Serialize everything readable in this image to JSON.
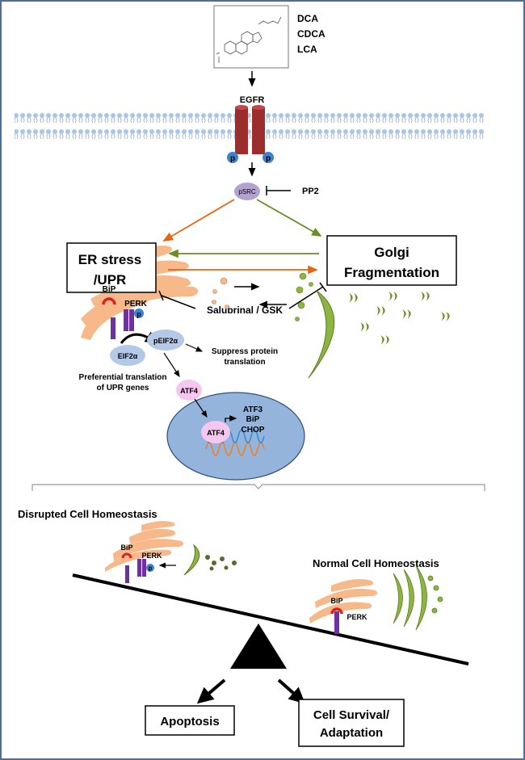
{
  "ligands": [
    "DCA",
    "CDCA",
    "LCA"
  ],
  "receptor": "EGFR",
  "phospho": "p",
  "kinase": "pSRC",
  "inhibitor_src": "PP2",
  "boxes": {
    "er_line1": "ER stress",
    "er_line2": "/UPR",
    "golgi_line1": "Golgi",
    "golgi_line2": "Fragmentation"
  },
  "inhibitors": "Salubrinal / GSK",
  "er_labels": {
    "bip": "BiP",
    "perk": "PERK",
    "eif2a": "EIF2α",
    "peif2a": "pEIF2α",
    "suppress_line1": "Suppress protein",
    "suppress_line2": "translation",
    "pref_line1": "Preferential translation",
    "pref_line2": "of UPR genes",
    "atf4": "ATF4",
    "targets": [
      "ATF3",
      "BiP",
      "CHOP"
    ]
  },
  "bottom": {
    "disrupted": "Disrupted Cell Homeostasis",
    "normal": "Normal  Cell Homeostasis",
    "bip": "BiP",
    "perk": "PERK",
    "apoptosis": "Apoptosis",
    "survival_line1": "Cell Survival/",
    "survival_line2": "Adaptation"
  },
  "colors": {
    "frame": "#4f6d9b",
    "membrane": "#a9c6e6",
    "egfr": "#9b2d2d",
    "phospho": "#3b82d0",
    "psrc": "#b3a2cf",
    "er_path": "#e8650f",
    "golgi_path": "#6b8e23",
    "er": "#f7b98a",
    "golgi": "#8db641",
    "nucleus": "#94b4dc",
    "atf4": "#f6c6f0",
    "perk": "#7030a0",
    "bip": "#e02020",
    "eif2": "#b4c8e8"
  }
}
